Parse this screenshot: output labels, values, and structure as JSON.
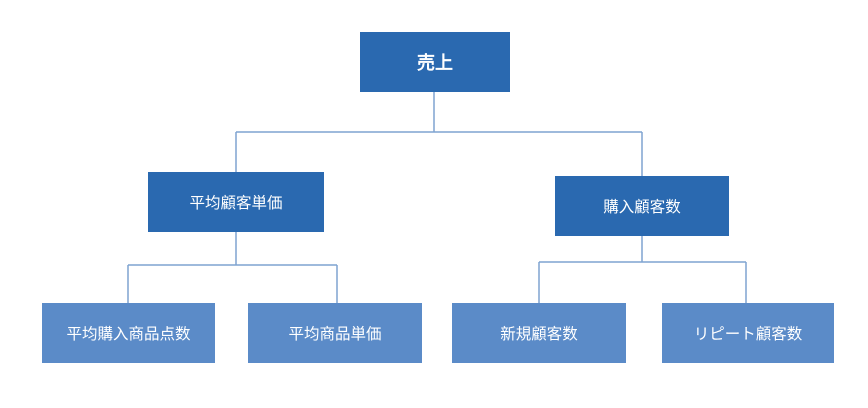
{
  "diagram": {
    "root": {
      "label": "売上"
    },
    "left_branch": {
      "label": "平均顧客単価",
      "children": [
        {
          "label": "平均購入商品点数"
        },
        {
          "label": "平均商品単価"
        }
      ]
    },
    "right_branch": {
      "label": "購入顧客数",
      "children": [
        {
          "label": "新規顧客数"
        },
        {
          "label": "リピート顧客数"
        }
      ]
    },
    "colors": {
      "dark_box": "#2a69b0",
      "light_box": "#5b8bc8",
      "connector": "#7fa3d1",
      "text": "#ffffff"
    }
  }
}
